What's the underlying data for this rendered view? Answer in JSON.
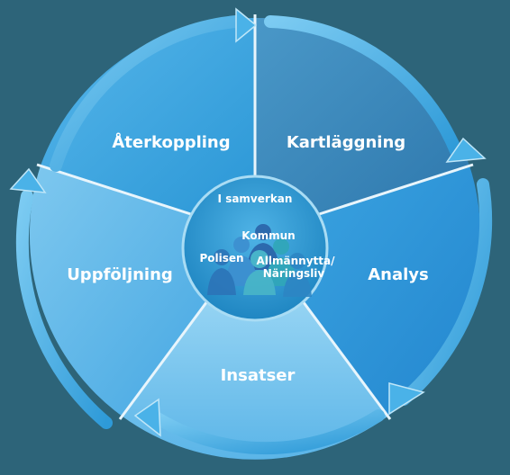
{
  "cycle": {
    "segments": [
      {
        "label": "Återkoppling",
        "color": "#2f9fda"
      },
      {
        "label": "Kartläggning",
        "color": "#3a86b8"
      },
      {
        "label": "Analys",
        "color": "#2d94d8"
      },
      {
        "label": "Insatser",
        "color": "#7dc6ee"
      },
      {
        "label": "Uppföljning",
        "color": "#5cb6ea"
      }
    ],
    "arrow_color": "#43aee6"
  },
  "hub": {
    "title": "I samverkan",
    "actors": {
      "kommun": "Kommun",
      "polisen": "Polisen",
      "allmannytta_line1": "Allmännytta/",
      "allmannytta_line2": "Näringsliv"
    },
    "fill": "#2e96cc"
  },
  "colors": {
    "background": "#2d6479"
  }
}
